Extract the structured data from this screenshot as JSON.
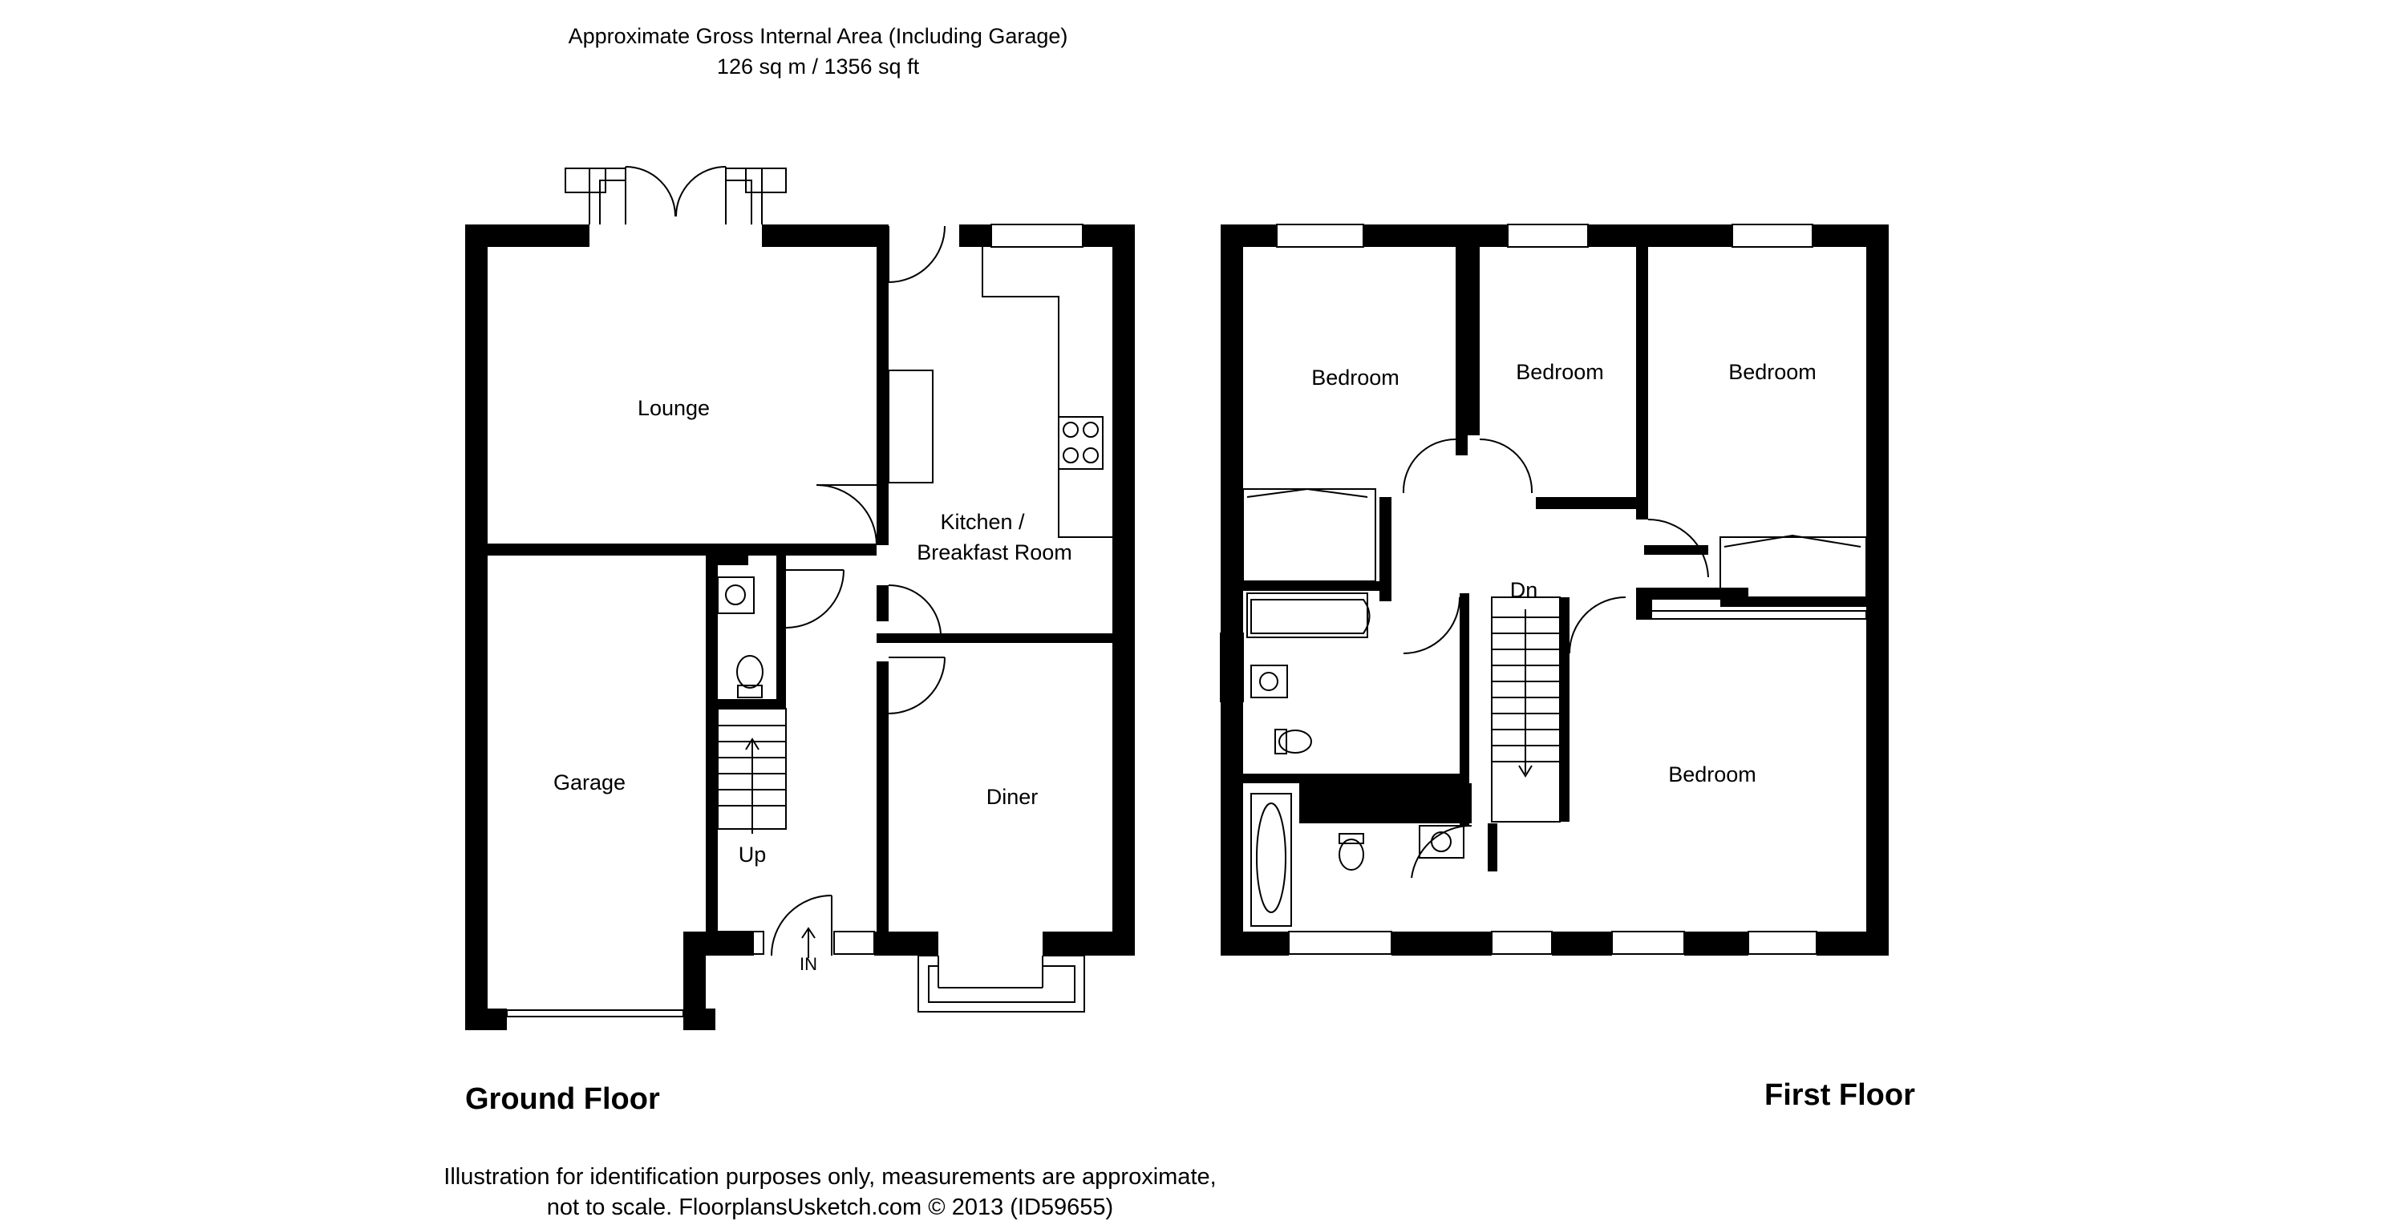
{
  "header": {
    "line1": "Approximate Gross Internal Area (Including Garage)",
    "line2": "126 sq m / 1356 sq ft"
  },
  "ground_floor": {
    "title": "Ground Floor",
    "rooms": {
      "lounge": "Lounge",
      "garage": "Garage",
      "kitchen_line1": "Kitchen /",
      "kitchen_line2": "Breakfast Room",
      "diner": "Diner"
    },
    "stairs_label": "Up",
    "entrance_label": "IN"
  },
  "first_floor": {
    "title": "First Floor",
    "rooms": {
      "bedroom_1": "Bedroom",
      "bedroom_2": "Bedroom",
      "bedroom_3": "Bedroom",
      "bedroom_4": "Bedroom"
    },
    "stairs_label": "Dn"
  },
  "footer": {
    "line1": "Illustration for identification purposes only, measurements are approximate,",
    "line2": "not to scale. FloorplansUsketch.com © 2013 (ID59655)"
  }
}
